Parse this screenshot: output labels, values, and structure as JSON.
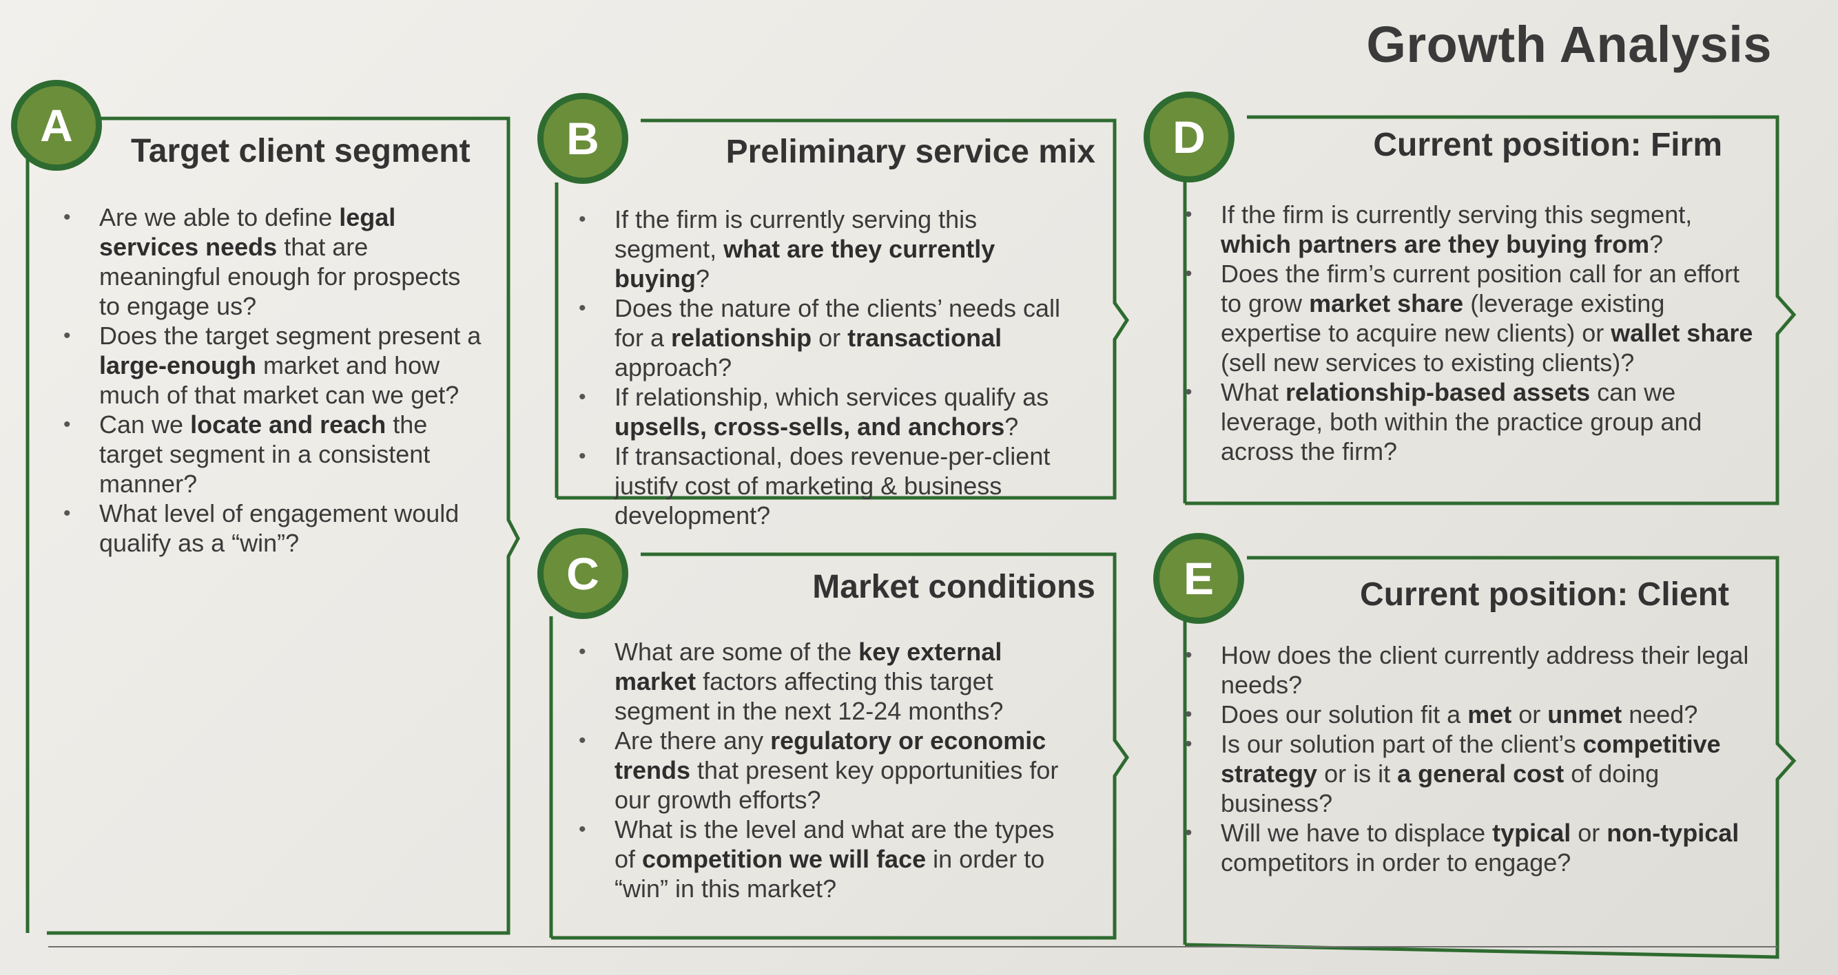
{
  "page": {
    "title": "Growth Analysis"
  },
  "colors": {
    "frame": "#2e6b30",
    "badge_fill": "#6b8e3a",
    "badge_ring": "#2e6b30"
  },
  "panels": {
    "a": {
      "letter": "A",
      "title": "Target client segment",
      "items": [
        [
          {
            "t": "Are we able to define "
          },
          {
            "t": "legal services needs",
            "b": true
          },
          {
            "t": " that are meaningful enough for prospects to engage us?"
          }
        ],
        [
          {
            "t": "Does the target segment present a "
          },
          {
            "t": "large-enough",
            "b": true
          },
          {
            "t": " market and how much of that market can we get?"
          }
        ],
        [
          {
            "t": "Can we "
          },
          {
            "t": "locate and reach",
            "b": true
          },
          {
            "t": " the target segment in a consistent manner?"
          }
        ],
        [
          {
            "t": "What level of engagement would qualify as a “win”?"
          }
        ]
      ]
    },
    "b": {
      "letter": "B",
      "title": "Preliminary service mix",
      "items": [
        [
          {
            "t": "If the firm is currently serving this segment, "
          },
          {
            "t": "what are they currently buying",
            "b": true
          },
          {
            "t": "?"
          }
        ],
        [
          {
            "t": "Does the nature of the clients’ needs call for a "
          },
          {
            "t": "relationship",
            "b": true
          },
          {
            "t": " or "
          },
          {
            "t": "transactional",
            "b": true
          },
          {
            "t": " approach?"
          }
        ],
        [
          {
            "t": "If relationship, which services qualify as "
          },
          {
            "t": "upsells, cross-sells, and anchors",
            "b": true
          },
          {
            "t": "?"
          }
        ],
        [
          {
            "t": "If transactional, does revenue-per-client justify cost of marketing & business development?"
          }
        ]
      ]
    },
    "c": {
      "letter": "C",
      "title": "Market conditions",
      "items": [
        [
          {
            "t": "What are some of the "
          },
          {
            "t": "key external market",
            "b": true
          },
          {
            "t": " factors affecting this target segment in the next 12-24 months?"
          }
        ],
        [
          {
            "t": "Are there any "
          },
          {
            "t": "regulatory or economic trends",
            "b": true
          },
          {
            "t": " that present key opportunities for our growth efforts?"
          }
        ],
        [
          {
            "t": "What is the level and what are the types of "
          },
          {
            "t": "competition we will face",
            "b": true
          },
          {
            "t": " in order to “win” in this market?"
          }
        ]
      ]
    },
    "d": {
      "letter": "D",
      "title": "Current position: Firm",
      "items": [
        [
          {
            "t": "If the firm is currently serving this segment, "
          },
          {
            "t": "which partners are they buying from",
            "b": true
          },
          {
            "t": "?"
          }
        ],
        [
          {
            "t": "Does the firm’s current position call for an effort to grow "
          },
          {
            "t": "market share",
            "b": true
          },
          {
            "t": " (leverage existing expertise to acquire new clients) or "
          },
          {
            "t": "wallet share",
            "b": true
          },
          {
            "t": " (sell new services to existing clients)?"
          }
        ],
        [
          {
            "t": "What "
          },
          {
            "t": "relationship-based assets",
            "b": true
          },
          {
            "t": " can we leverage, both within the practice group and across the firm?"
          }
        ]
      ]
    },
    "e": {
      "letter": "E",
      "title": "Current position: Client",
      "items": [
        [
          {
            "t": "How does the client currently address their legal needs?"
          }
        ],
        [
          {
            "t": "Does our solution fit a "
          },
          {
            "t": "met",
            "b": true
          },
          {
            "t": " or "
          },
          {
            "t": "unmet",
            "b": true
          },
          {
            "t": " need?"
          }
        ],
        [
          {
            "t": "Is our solution part of the client’s "
          },
          {
            "t": "competitive strategy",
            "b": true
          },
          {
            "t": " or is it "
          },
          {
            "t": "a general cost",
            "b": true
          },
          {
            "t": " of doing business?"
          }
        ],
        [
          {
            "t": "Will we have to displace "
          },
          {
            "t": "typical",
            "b": true
          },
          {
            "t": " or "
          },
          {
            "t": "non-typical",
            "b": true
          },
          {
            "t": " competitors in order to engage?"
          }
        ]
      ]
    }
  }
}
